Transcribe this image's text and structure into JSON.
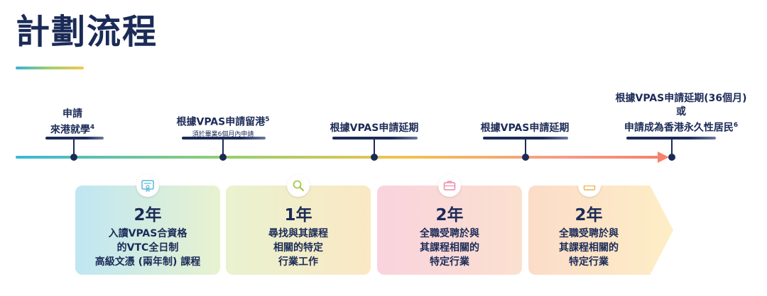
{
  "page": {
    "title": "計劃流程"
  },
  "milestones": [
    {
      "line1": "申請",
      "line2": "來港就學",
      "sup": "4"
    },
    {
      "line1": "根據VPAS申請留港",
      "sup": "5",
      "sub": "須於畢業6個月內申請"
    },
    {
      "line1": "根據VPAS申請延期"
    },
    {
      "line1": "根據VPAS申請延期"
    },
    {
      "line1": "根據VPAS申請延期(36個月)",
      "line2": "或",
      "line3": "申請成為香港永久性居民",
      "sup": "6"
    }
  ],
  "stages": [
    {
      "years": "2年",
      "lines": [
        "入讀VPAS合資格",
        "的VTC全日制",
        "高級文憑 (兩年制) 課程"
      ],
      "icon": "certificate-icon"
    },
    {
      "years": "1年",
      "lines": [
        "尋找與其課程",
        "相關的特定",
        "行業工作"
      ],
      "icon": "magnifier-icon"
    },
    {
      "years": "2年",
      "lines": [
        "全職受聘於與",
        "其課程相關的",
        "特定行業"
      ],
      "icon": "briefcase-icon"
    },
    {
      "years": "2年",
      "lines": [
        "全職受聘於與",
        "其課程相關的",
        "特定行業"
      ],
      "icon": "briefcase-icon"
    }
  ],
  "colors": {
    "navy": "#1b2b57",
    "card1": [
      "#bfe6f3",
      "#e8f2cf"
    ],
    "card2": [
      "#e9f2cf",
      "#fbe8c4"
    ],
    "card3": [
      "#f9d3de",
      "#fbe0cf"
    ],
    "card4": [
      "#fbdcc8",
      "#fdeec6"
    ]
  }
}
